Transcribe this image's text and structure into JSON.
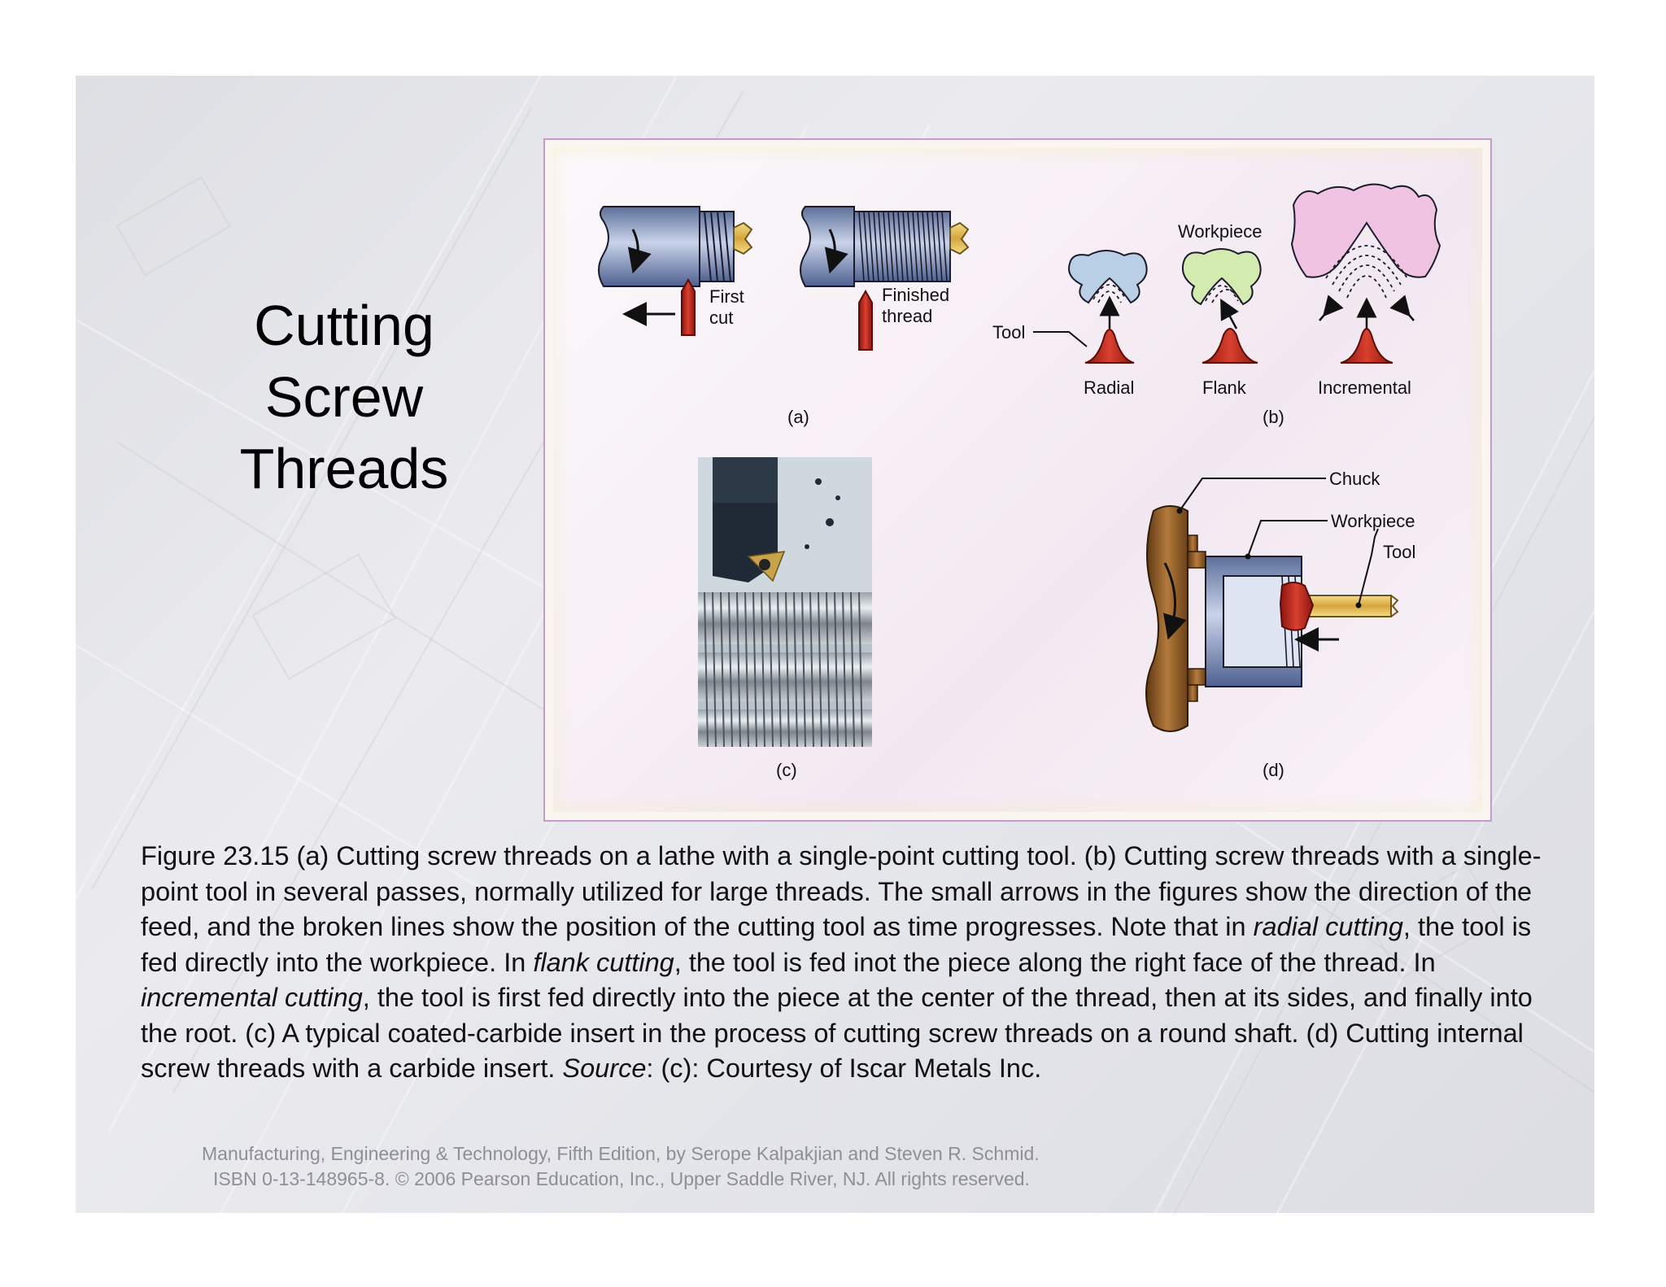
{
  "slide": {
    "title_lines": [
      "Cutting",
      "Screw",
      "Threads"
    ]
  },
  "figure": {
    "panel_a": {
      "tag": "(a)",
      "first_cut_label": [
        "First",
        "cut"
      ],
      "finished_thread_label": [
        "Finished",
        "thread"
      ]
    },
    "panel_b": {
      "tag": "(b)",
      "tool_label": "Tool",
      "workpiece_label": "Workpiece",
      "radial_label": "Radial",
      "flank_label": "Flank",
      "incremental_label": "Incremental"
    },
    "panel_c": {
      "tag": "(c)"
    },
    "panel_d": {
      "tag": "(d)",
      "chuck_label": "Chuck",
      "workpiece_label": "Workpiece",
      "tool_label": "Tool"
    },
    "colors": {
      "workpiece_steel": "#7a8fb8",
      "tool_red": "#c8281e",
      "insert_gold": "#e0b64a",
      "radial_fill": "#b9cfe6",
      "flank_fill": "#d4ebb0",
      "incremental_fill": "#f0c3e2",
      "chuck_brown": "#8a5a2a"
    }
  },
  "caption": {
    "p1": "Figure 23.15  (a)  Cutting screw threads on a lathe with a single-point cutting tool.  (b)  Cutting screw threads with a single-point tool in several passes, normally utilized for large threads.  The small arrows in the figures show the direction of the feed, and the broken lines show the position of the cutting tool as time progresses.  Note that in ",
    "radial": "radial cutting",
    "p2": ", the tool is fed directly into the workpiece.  In ",
    "flank": "flank cutting",
    "p3": ", the tool is fed inot the piece along the right face of the thread.  In ",
    "incremental": "incremental cutting",
    "p4": ", the tool is first fed directly into the piece at the center of the thread, then at its sides, and finally into the root.  (c)  A typical coated-carbide insert in the process of cutting screw threads on a round shaft.  (d)  Cutting internal screw threads with a carbide insert.  ",
    "source": "Source",
    "p5": ":  (c):  Courtesy of Iscar Metals Inc."
  },
  "footer": {
    "line1": "Manufacturing, Engineering & Technology, Fifth Edition, by Serope Kalpakjian and Steven R. Schmid.",
    "line2": "ISBN 0-13-148965-8. © 2006 Pearson Education, Inc., Upper Saddle River, NJ.  All rights reserved."
  }
}
